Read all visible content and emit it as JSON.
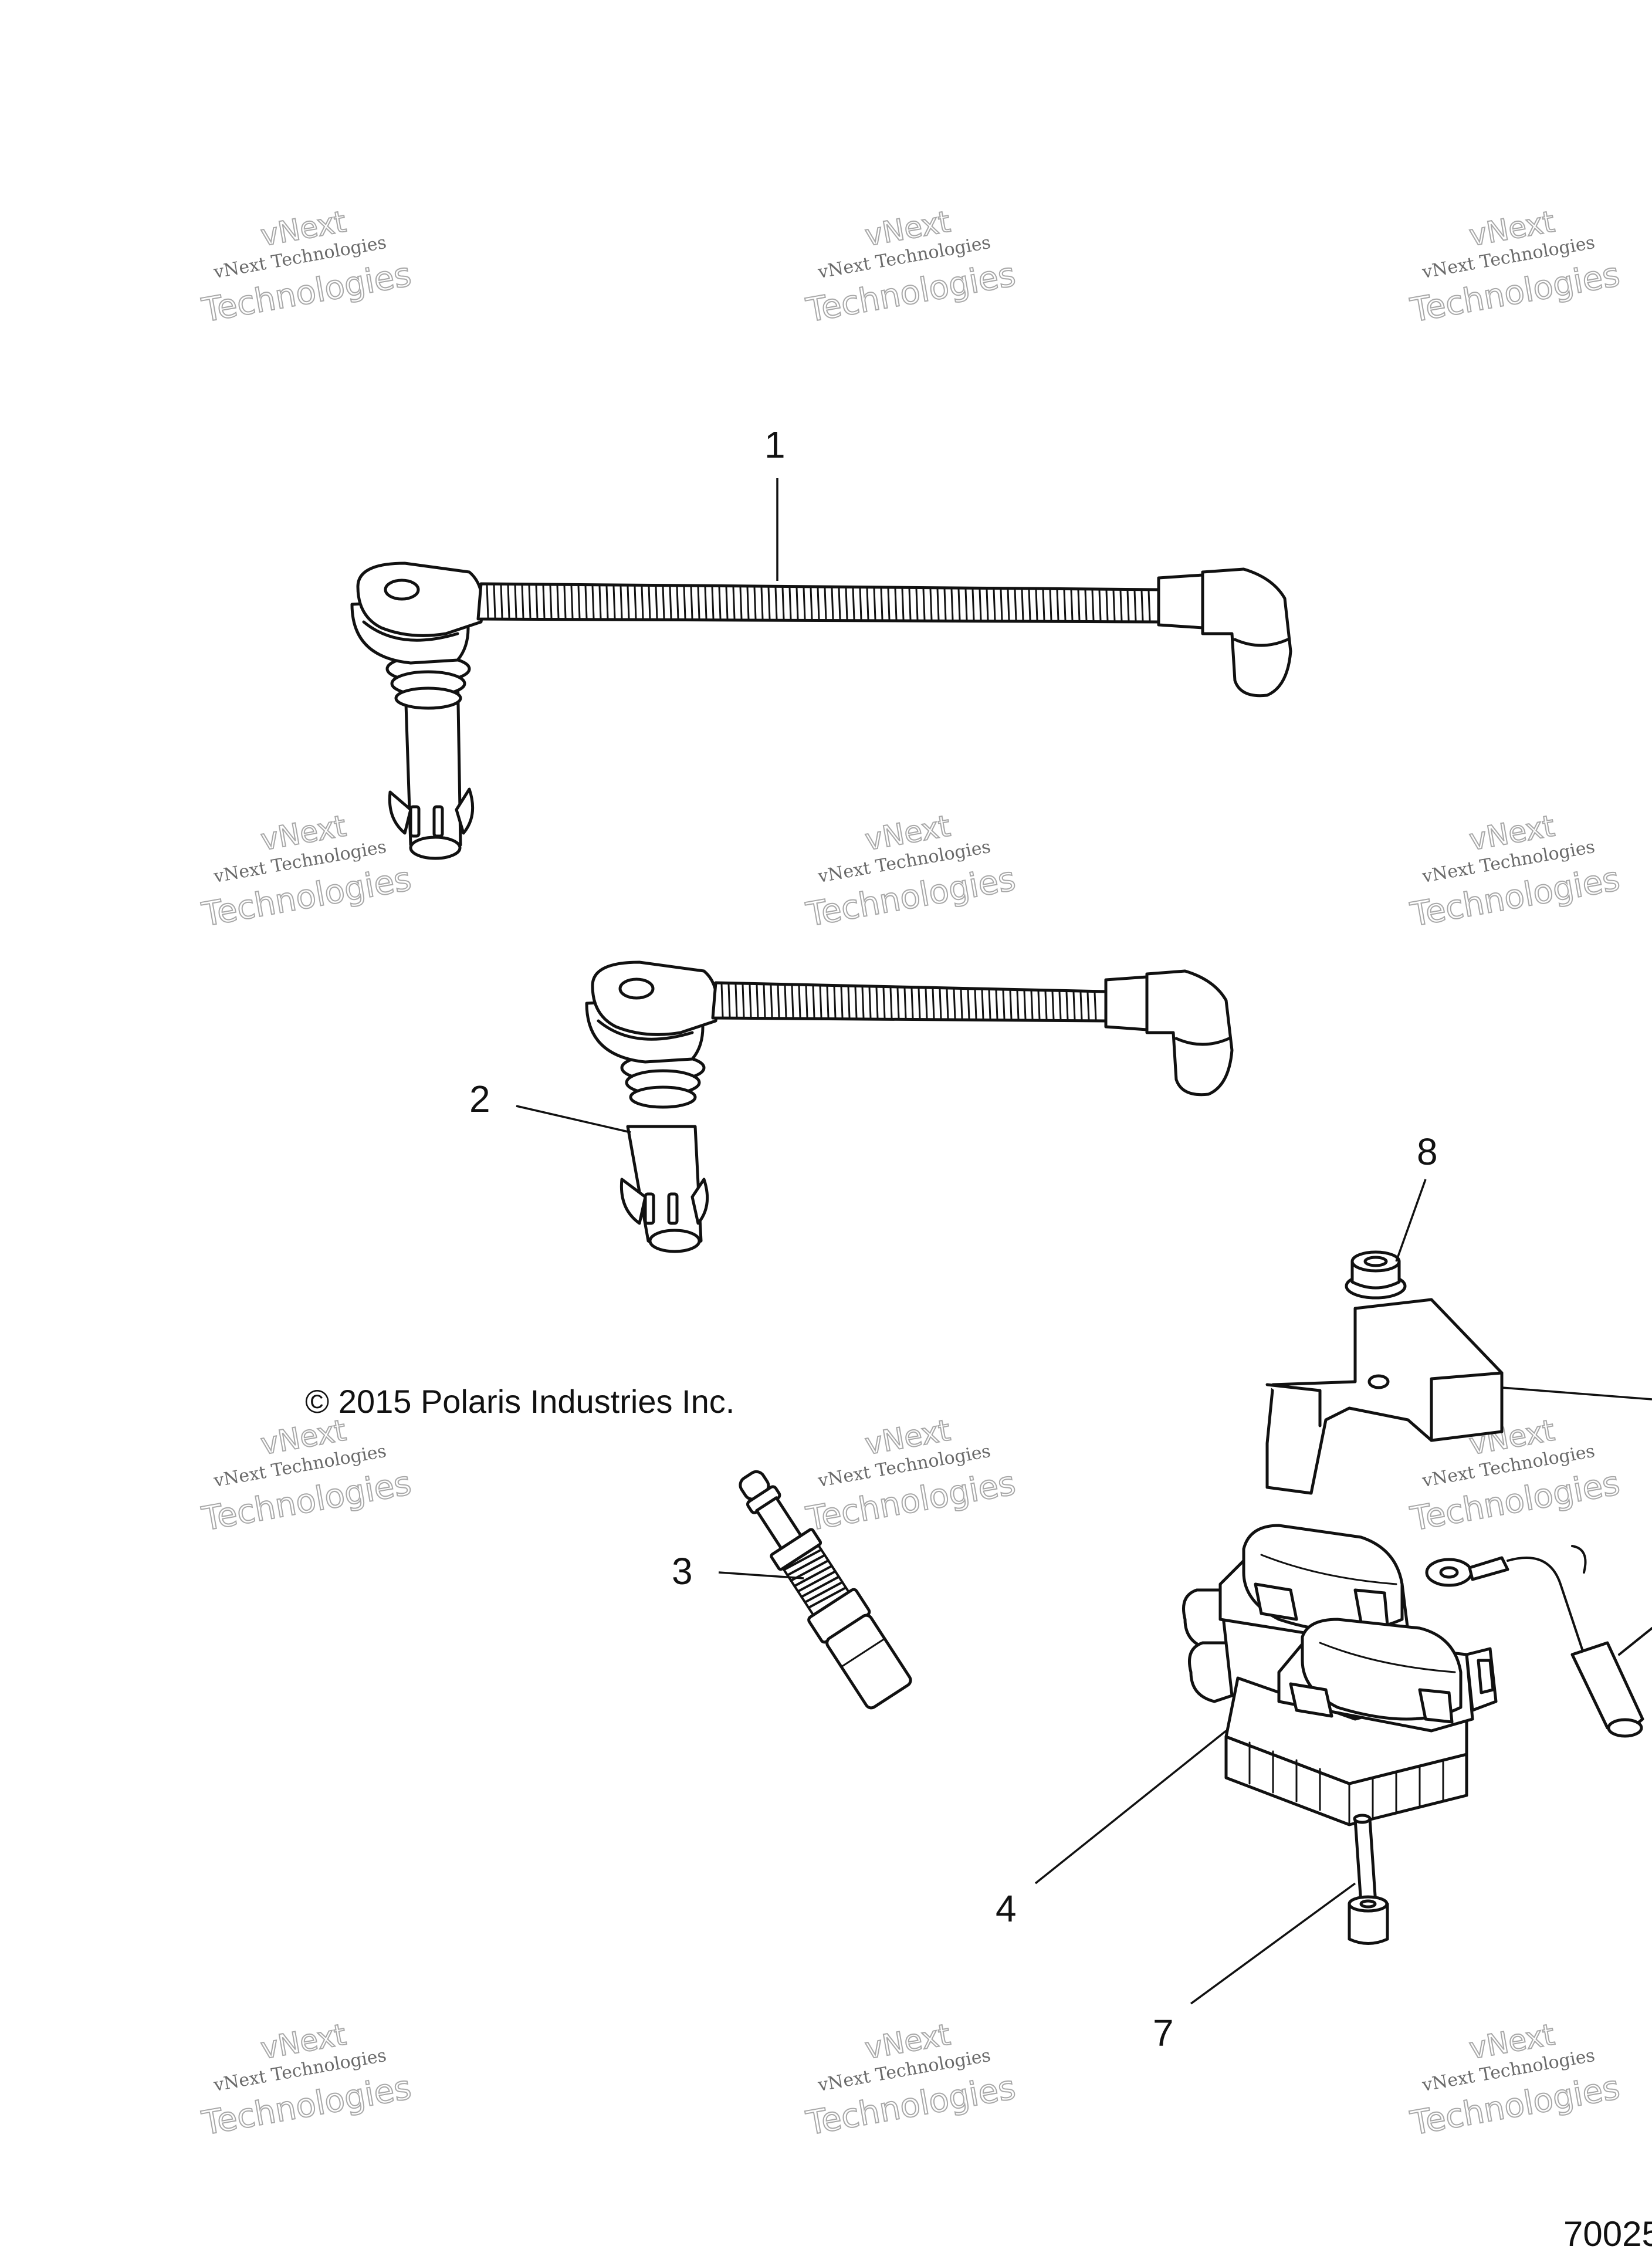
{
  "diagram": {
    "callouts": [
      "1",
      "2",
      "3",
      "4",
      "7",
      "8"
    ],
    "copyright": "© 2015 Polaris Industries Inc.",
    "drawing_number": "70025",
    "watermark": {
      "line_top": "vNext",
      "line1": "vNext Technologies",
      "line2": "Technologies"
    },
    "parts": [
      "spark-plug-wire-long",
      "spark-plug-wire-short",
      "spark-plug",
      "ignition-coil",
      "coil-bolt",
      "flange-nut",
      "coil-bracket",
      "ground-wire"
    ]
  }
}
